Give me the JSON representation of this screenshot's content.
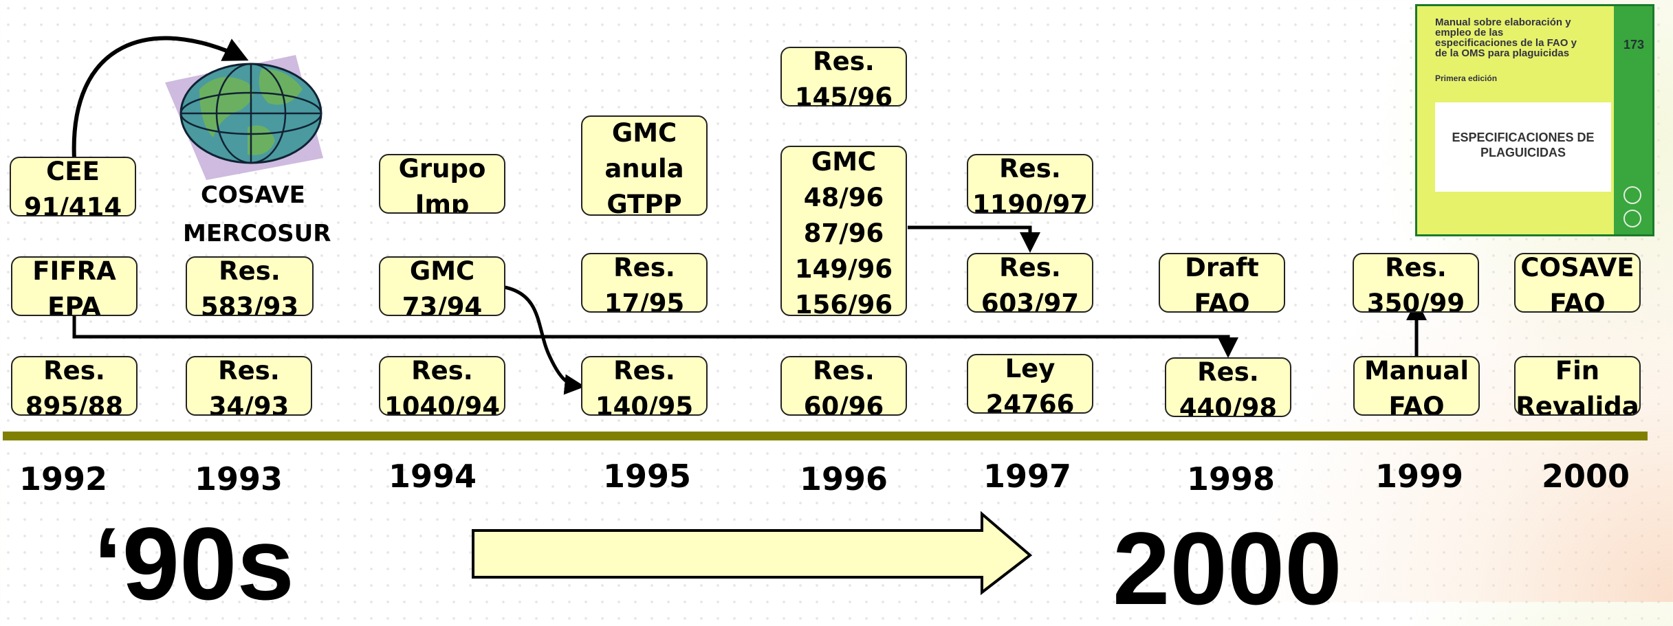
{
  "colors": {
    "box_fill": "#ffffc4",
    "box_border": "#222222",
    "timeline": "#808000",
    "arrow_fill": "#ffffc4",
    "globe": "#4a9aa0"
  },
  "boxes": {
    "cee": [
      "CEE",
      "91/414"
    ],
    "fifra": [
      "FIFRA",
      "EPA"
    ],
    "res_895": [
      "Res.",
      "895/88"
    ],
    "res_583": [
      "Res.",
      "583/93"
    ],
    "res_34": [
      "Res.",
      "34/93"
    ],
    "grupo": [
      "Grupo",
      "Imp"
    ],
    "gmc73": [
      "GMC",
      "73/94"
    ],
    "res_1040": [
      "Res.",
      "1040/94"
    ],
    "gmc_anula": [
      "GMC",
      "anula",
      "GTPP"
    ],
    "res_17": [
      "Res.",
      "17/95"
    ],
    "res_140": [
      "Res.",
      "140/95"
    ],
    "res_145": [
      "Res.",
      "145/96"
    ],
    "gmc_multi": [
      "GMC",
      "48/96",
      "87/96",
      "149/96",
      "156/96"
    ],
    "res_60": [
      "Res.",
      "60/96"
    ],
    "res_1190": [
      "Res.",
      "1190/97"
    ],
    "res_603": [
      "Res.",
      "603/97"
    ],
    "ley": [
      "Ley",
      "24766"
    ],
    "draft": [
      "Draft",
      "FAO"
    ],
    "res_440": [
      "Res.",
      "440/98"
    ],
    "res_350": [
      "Res.",
      "350/99"
    ],
    "manual_fao": [
      "Manual",
      "FAO"
    ],
    "cosave_fao": [
      "COSAVE",
      "FAO"
    ],
    "fin": [
      "Fin",
      "Revalida"
    ]
  },
  "labels": {
    "cosave": "COSAVE",
    "mercosur": "MERCOSUR"
  },
  "years": [
    "1992",
    "1993",
    "1994",
    "1995",
    "1996",
    "1997",
    "1998",
    "1999",
    "2000"
  ],
  "bottom": {
    "left": "‘90s",
    "right": "2000"
  },
  "manual_cover": {
    "title": "Manual sobre elaboración y empleo de las especificaciones de la FAO y de la OMS para plaguicidas",
    "edition": "Primera edición",
    "number": "173",
    "panel": "ESPECIFICACIONES DE PLAGUICIDAS"
  },
  "icons": {
    "globe": "globe-icon",
    "emblems": "fao-who-emblem-icon"
  }
}
